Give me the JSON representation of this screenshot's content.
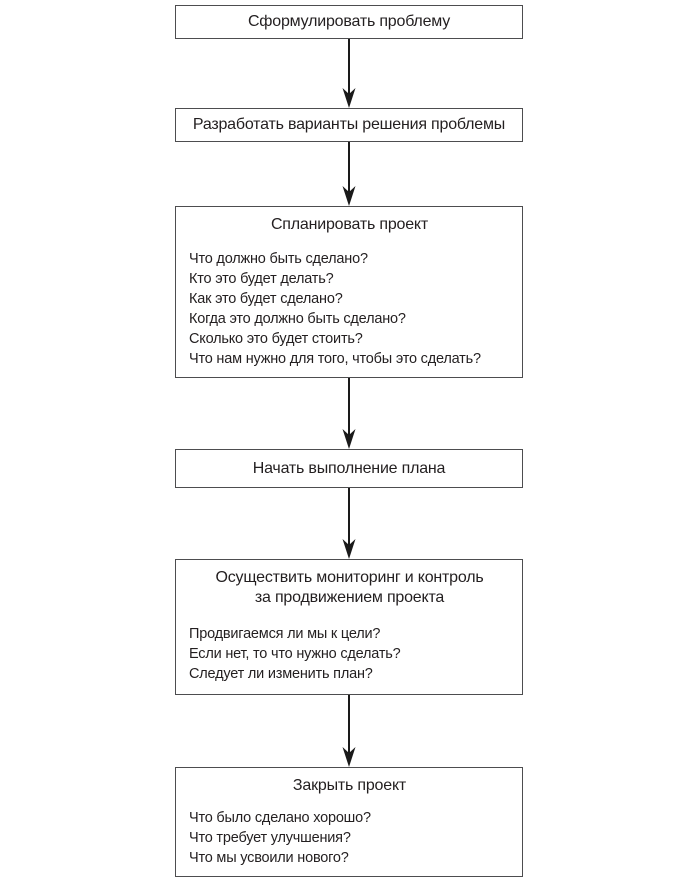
{
  "diagram": {
    "type": "flowchart",
    "direction": "top-down",
    "language": "ru",
    "colors": {
      "background": "#ffffff",
      "box_fill": "#ffffff",
      "box_border": "#4d4d4f",
      "text": "#231f20",
      "arrow": "#1a1a1a"
    },
    "steps": [
      {
        "title": "Сформулировать проблему"
      },
      {
        "title": "Разработать варианты решения проблемы"
      },
      {
        "title": "Спланировать проект",
        "questions": [
          "Что должно быть сделано?",
          "Кто это будет делать?",
          "Как это будет сделано?",
          "Когда это должно быть сделано?",
          "Сколько это будет стоить?",
          "Что нам нужно для того, чтобы это сделать?"
        ]
      },
      {
        "title": "Начать выполнение плана"
      },
      {
        "title": "Осуществить мониторинг и контроль за продвижением проекта",
        "title_lines": [
          "Осуществить мониторинг и контроль",
          "за продвижением проекта"
        ],
        "questions": [
          "Продвигаемся ли мы к цели?",
          "Если нет, то что нужно сделать?",
          "Следует ли изменить план?"
        ]
      },
      {
        "title": "Закрыть проект",
        "questions": [
          "Что было сделано хорошо?",
          "Что требует улучшения?",
          "Что мы усвоили нового?"
        ]
      }
    ]
  }
}
